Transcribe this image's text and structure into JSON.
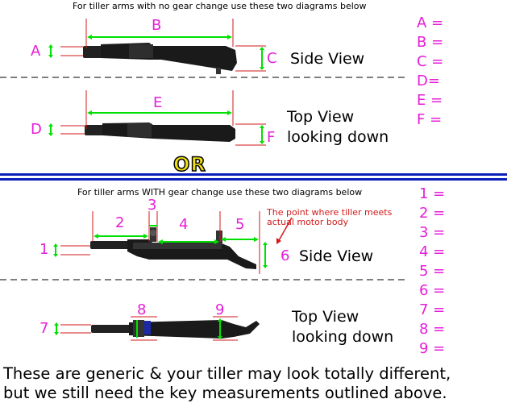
{
  "section1": {
    "caption": "For tiller arms with no gear change use these two diagrams below",
    "side_view": "Side View",
    "top_view_line1": "Top View",
    "top_view_line2": "looking down",
    "labels": {
      "A": "A",
      "B": "B",
      "C": "C",
      "D": "D",
      "E": "E",
      "F": "F"
    }
  },
  "section2": {
    "caption": "For tiller arms WITH gear change use these two diagrams below",
    "side_view": "Side View",
    "top_view_line1": "Top View",
    "top_view_line2": "looking down",
    "note_line1": "The point where tiller meets",
    "note_line2": "actual motor body",
    "labels": {
      "n1": "1",
      "n2": "2",
      "n3": "3",
      "n4": "4",
      "n5": "5",
      "n6": "6",
      "n7": "7",
      "n8": "8",
      "n9": "9"
    }
  },
  "or_text": "OR",
  "measurements_letters": [
    "A =",
    "B =",
    "C =",
    "D=",
    "E =",
    "F ="
  ],
  "measurements_numbers": [
    "1 =",
    "2 =",
    "3 =",
    "4 =",
    "5 =",
    "6 =",
    "7 =",
    "8 =",
    "9 ="
  ],
  "footer_line1": "These are generic & your tiller may look totally different,",
  "footer_line2": "but we still need the key measurements outlined above.",
  "colors": {
    "label": "#e51fd8",
    "dimension": "#00e000",
    "guide": "#d21a1a",
    "divider": "#0a1fb8"
  }
}
